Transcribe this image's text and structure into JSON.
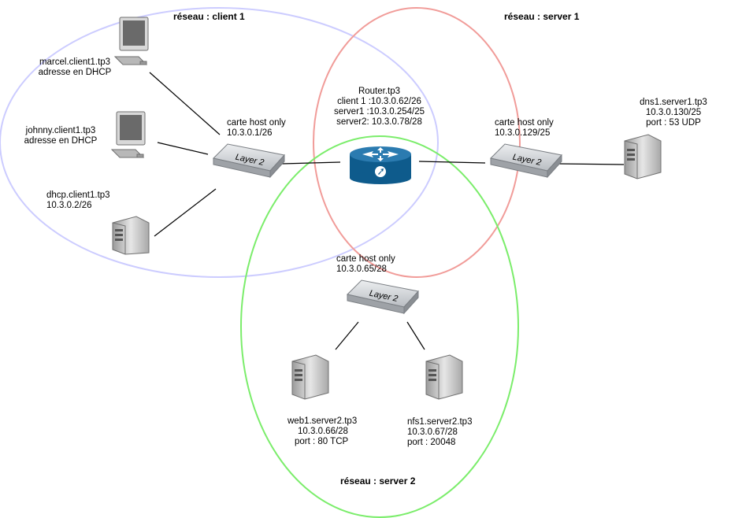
{
  "networks": {
    "client1": {
      "title": "réseau : client 1",
      "color": "#ccccff"
    },
    "server1": {
      "title": "réseau : server 1",
      "color": "#f19c99"
    },
    "server2": {
      "title": "réseau : server 2",
      "color": "#7bed6b"
    }
  },
  "router": {
    "lines": [
      "Router.tp3",
      "client 1 :10.3.0.62/26",
      "server1 :10.3.0.254/25",
      "server2: 10.3.0.78/28"
    ]
  },
  "switches": {
    "client1": {
      "label": "Layer 2",
      "lines": [
        "carte host only",
        "10.3.0.1/26"
      ]
    },
    "server1": {
      "label": "Layer 2",
      "lines": [
        "carte host only",
        "10.3.0.129/25"
      ]
    },
    "server2": {
      "label": "Layer 2",
      "lines": [
        "carte host only",
        "10.3.0.65/28"
      ]
    }
  },
  "hosts": {
    "marcel": {
      "lines": [
        "marcel.client1.tp3",
        "adresse en DHCP"
      ]
    },
    "johnny": {
      "lines": [
        "johnny.client1.tp3",
        "adresse en DHCP"
      ]
    },
    "dhcp": {
      "lines": [
        "dhcp.client1.tp3",
        "10.3.0.2/26"
      ]
    },
    "dns1": {
      "lines": [
        "dns1.server1.tp3",
        "10.3.0.130/25",
        "port : 53 UDP"
      ]
    },
    "web1": {
      "lines": [
        "web1.server2.tp3",
        "10.3.0.66/28",
        "port : 80 TCP"
      ]
    },
    "nfs1": {
      "lines": [
        "nfs1.server2.tp3",
        "10.3.0.67/28",
        "port : 20048"
      ]
    }
  },
  "colors": {
    "router": "#0e5b8c",
    "switch": "#bfc3c7",
    "server": "#c9c9c9",
    "link": "#000000"
  },
  "icons": {
    "workstation": "desktop-computer-icon",
    "server": "tower-server-icon",
    "switch": "layer2-switch-icon",
    "router": "router-icon"
  }
}
